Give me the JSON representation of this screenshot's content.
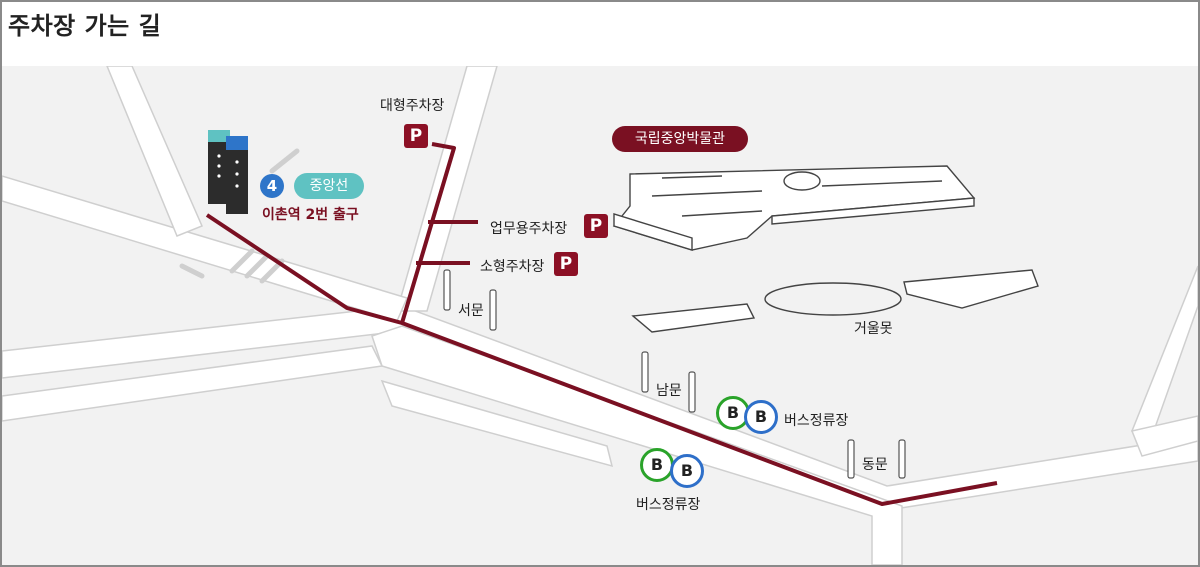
{
  "title": "주차장 가는 길",
  "colors": {
    "route": "#7a1022",
    "parking": "#8c1025",
    "subway_line4": "#2e75c9",
    "gyeongui_jungang": "#5fc2c2",
    "bus_green": "#2aa32a",
    "bus_blue": "#2e6fc9"
  },
  "parking": {
    "large": "대형주차장",
    "business": "업무용주차장",
    "small": "소형주차장",
    "symbol": "P"
  },
  "museum": "국립중앙박물관",
  "station": {
    "line_number": "4",
    "line_name": "중앙선",
    "exit": "이촌역 2번 출구"
  },
  "gates": {
    "west": "서문",
    "south": "남문",
    "east": "동문"
  },
  "pond": "거울못",
  "bus": {
    "symbol": "B",
    "stop_label_1": "버스정류장",
    "stop_label_2": "버스정류장"
  }
}
